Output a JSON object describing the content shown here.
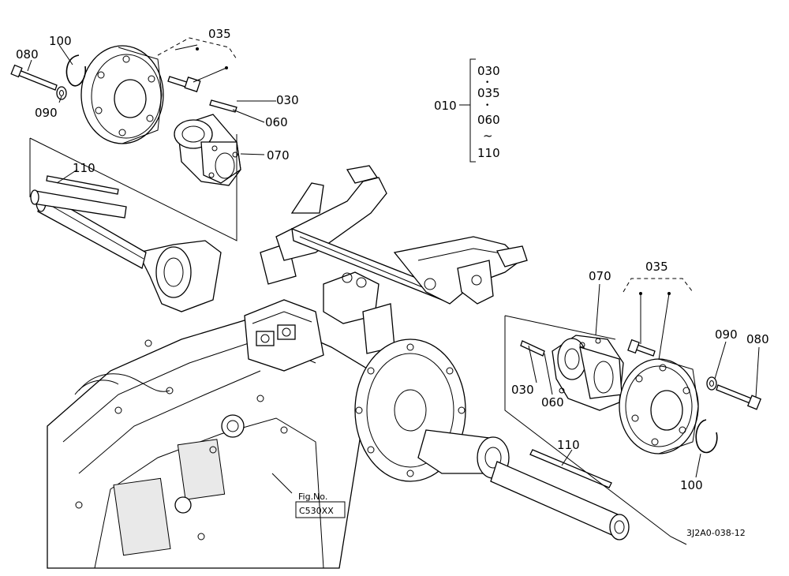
{
  "callouts": {
    "left_080": "080",
    "left_100": "100",
    "left_035": "035",
    "left_090": "090",
    "left_030": "030",
    "left_060": "060",
    "left_070": "070",
    "left_110": "110",
    "right_070": "070",
    "right_035": "035",
    "right_090": "090",
    "right_080": "080",
    "right_030": "030",
    "right_060": "060",
    "right_110": "110",
    "right_100": "100"
  },
  "assembly": {
    "label": "010",
    "items": [
      "030",
      "035",
      "060",
      "110"
    ],
    "sep_dot_1": "•",
    "sep_dot_2": "•",
    "sep_tilde": "~"
  },
  "figure_ref": {
    "line1": "Fig.No.",
    "line2": "C530XX"
  },
  "drawing_code": "3J2A0-038-12"
}
